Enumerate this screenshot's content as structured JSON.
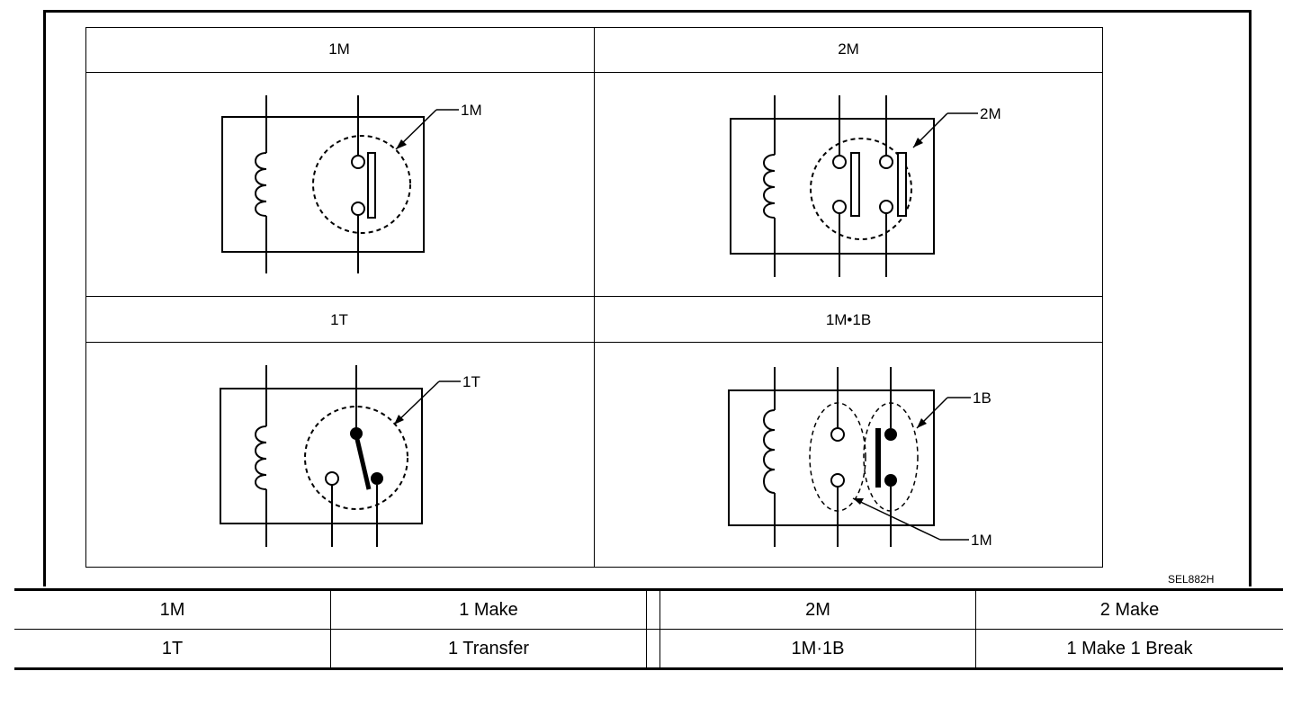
{
  "cells": [
    {
      "title": "1M",
      "callout": "1M"
    },
    {
      "title": "2M",
      "callout": "2M"
    },
    {
      "title": "1T",
      "callout": "1T"
    },
    {
      "title": "1M•1B",
      "callout_top": "1B",
      "callout_bottom": "1M"
    }
  ],
  "figure_code": "SEL882H",
  "legend": [
    {
      "abbr": "1M",
      "meaning": "1 Make",
      "abbr2": "2M",
      "meaning2": "2 Make"
    },
    {
      "abbr": "1T",
      "meaning": "1 Transfer",
      "abbr2": "1M·1B",
      "meaning2": "1 Make 1 Break"
    }
  ]
}
